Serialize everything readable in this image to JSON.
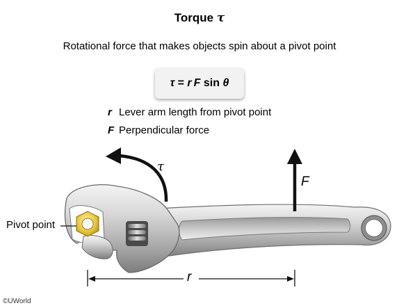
{
  "header": {
    "title_text": "Torque ",
    "title_symbol": "τ",
    "subtitle": "Rotational force that makes objects spin about a pivot point"
  },
  "formula": {
    "lhs": "τ",
    "equals": " = ",
    "r": "r",
    "F": "F",
    "rest": " sin ",
    "theta": "θ"
  },
  "definitions": [
    {
      "symbol": "r",
      "text": "Lever arm length from pivot point"
    },
    {
      "symbol": "F",
      "text": "Perpendicular force"
    }
  ],
  "labels": {
    "pivot": "Pivot point",
    "tau": "τ",
    "force": "F",
    "lever": "r"
  },
  "copyright": "©UWorld",
  "colors": {
    "arrow": "#111111",
    "wrench_light": "#d9d9d9",
    "wrench_dark": "#8a8a8a",
    "nut": "#e3c23a"
  }
}
